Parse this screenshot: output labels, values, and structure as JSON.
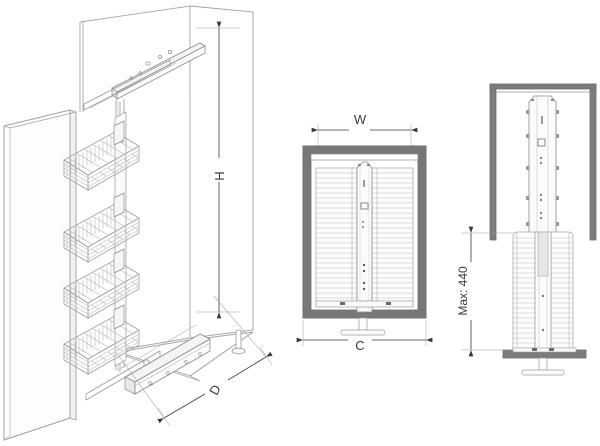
{
  "drawing": {
    "title": "Pull-out larder unit technical drawing",
    "background_color": "#ffffff",
    "line_color": "#8a8a8a",
    "dark_line_color": "#6a6a6a",
    "dim_text_color": "#3a3a3a",
    "panel_fill": "#fdfdfd",
    "views": [
      {
        "id": "isometric",
        "name": "isometric-assembly-view",
        "dimension_labels": [
          "H",
          "D"
        ]
      },
      {
        "id": "front",
        "name": "front-section-view",
        "dimension_labels": [
          "W",
          "C"
        ]
      },
      {
        "id": "side",
        "name": "side-section-view",
        "dimension_labels": [
          "Max: 440"
        ]
      }
    ]
  },
  "labels": {
    "height": "H",
    "depth": "D",
    "inner_width": "W",
    "cabinet_width": "C",
    "max_extension": "Max: 440"
  },
  "iso_view": {
    "basket_count": 4,
    "rail_count": 2,
    "leg_count": 2
  },
  "front_view": {
    "basket_rows": 26,
    "leg_count": 1
  },
  "side_view": {
    "basket_rows": 24,
    "leg_count": 1
  }
}
